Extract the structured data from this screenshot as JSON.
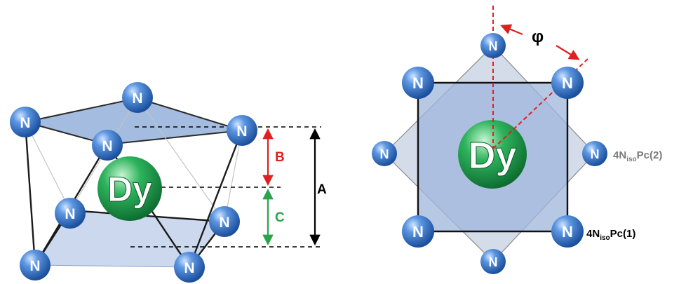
{
  "atoms": {
    "nitrogen": "N",
    "dysprosium": "Dy"
  },
  "dimensions": {
    "a": "A",
    "b": "B",
    "c": "C"
  },
  "angle": {
    "symbol": "φ"
  },
  "ligands": {
    "pc2": {
      "prefix": "4N",
      "sub": "iso",
      "suffix": "Pc(2)"
    },
    "pc1": {
      "prefix": "4N",
      "sub": "iso",
      "suffix": "Pc(1)"
    }
  },
  "colors": {
    "nitrogen": "#3f7fd0",
    "dysprosium": "#1f9a4c",
    "plane": "#a9bfe0",
    "dim_a": "#000000",
    "dim_b": "#e02020",
    "dim_c": "#2aa44a",
    "angle": "#e02020",
    "pc2_label": "#7a7a7a",
    "pc1_label": "#000000"
  }
}
